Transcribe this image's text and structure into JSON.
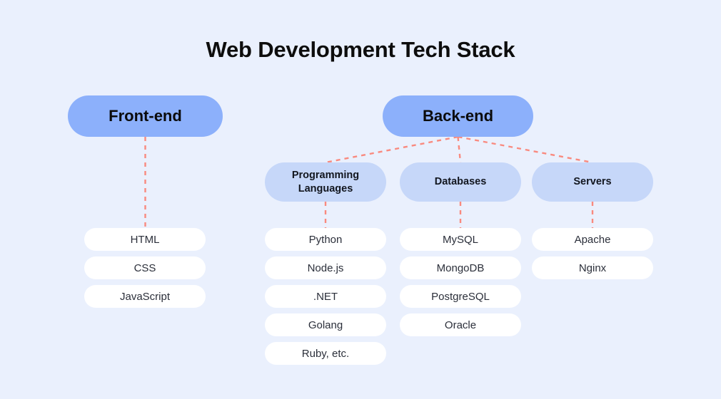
{
  "page": {
    "title": "Web Development Tech Stack",
    "background_color": "#eaf0fd",
    "connector_color": "#f98a7f",
    "root_node_color": "#8cb0fb",
    "branch_node_color": "#c6d7f9",
    "leaf_node_color": "#ffffff"
  },
  "tree": {
    "roots": [
      {
        "label": "Front-end",
        "leaves": [
          {
            "label": "HTML"
          },
          {
            "label": "CSS"
          },
          {
            "label": "JavaScript"
          }
        ]
      },
      {
        "label": "Back-end",
        "branches": [
          {
            "label": "Programming Languages",
            "label_line1": "Programming",
            "label_line2": "Languages",
            "leaves": [
              {
                "label": "Python"
              },
              {
                "label": "Node.js"
              },
              {
                "label": ".NET"
              },
              {
                "label": "Golang"
              },
              {
                "label": "Ruby, etc."
              }
            ]
          },
          {
            "label": "Databases",
            "leaves": [
              {
                "label": "MySQL"
              },
              {
                "label": "MongoDB"
              },
              {
                "label": "PostgreSQL"
              },
              {
                "label": "Oracle"
              }
            ]
          },
          {
            "label": "Servers",
            "leaves": [
              {
                "label": "Apache"
              },
              {
                "label": "Nginx"
              }
            ]
          }
        ]
      }
    ]
  }
}
